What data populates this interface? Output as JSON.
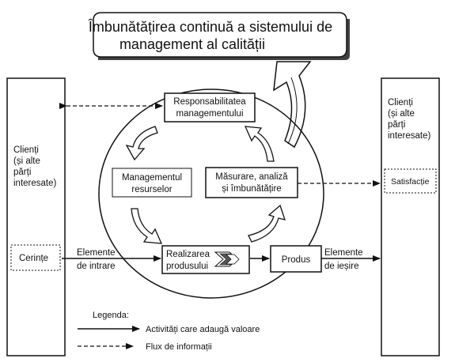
{
  "title": {
    "line1": "Îmbunătățirea continuă a sistemului de",
    "line2": "management al calității"
  },
  "left_panel": {
    "lines": [
      "Clienți",
      "(și alte",
      "părți",
      "interesate)"
    ],
    "box_label": "Cerințe"
  },
  "right_panel": {
    "lines": [
      "Clienți",
      "(și alte",
      "părți",
      "interesate)"
    ],
    "box_label": "Satisfacție"
  },
  "processes": {
    "responsibility": [
      "Responsabilitatea",
      "managementului"
    ],
    "resources": [
      "Managementul",
      "resurselor"
    ],
    "measurement": [
      "Măsurare, analiză",
      "și îmbunătățire"
    ],
    "realization": [
      "Realizarea",
      "produsului"
    ],
    "product": "Produs"
  },
  "flows": {
    "inputs": [
      "Elemente",
      "de intrare"
    ],
    "outputs": [
      "Elemente",
      "de ieșire"
    ]
  },
  "legend": {
    "title": "Legenda:",
    "solid": "Activități care adaugă valoare",
    "dashed": "Flux de informații"
  }
}
